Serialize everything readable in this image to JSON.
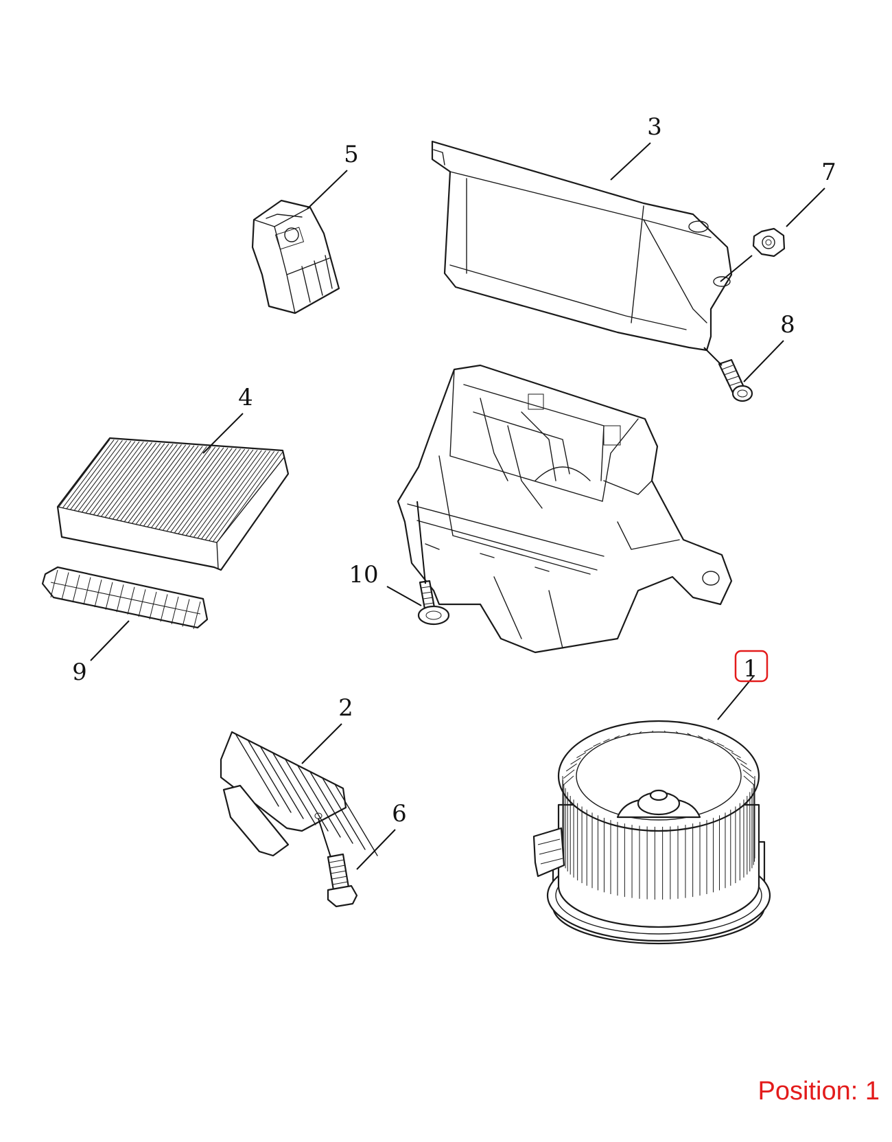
{
  "callouts": [
    "1",
    "2",
    "3",
    "4",
    "5",
    "6",
    "7",
    "8",
    "9",
    "10"
  ],
  "position_label": "Position: 1",
  "highlight_color": "#e31b1b",
  "highlighted_callout": "1"
}
